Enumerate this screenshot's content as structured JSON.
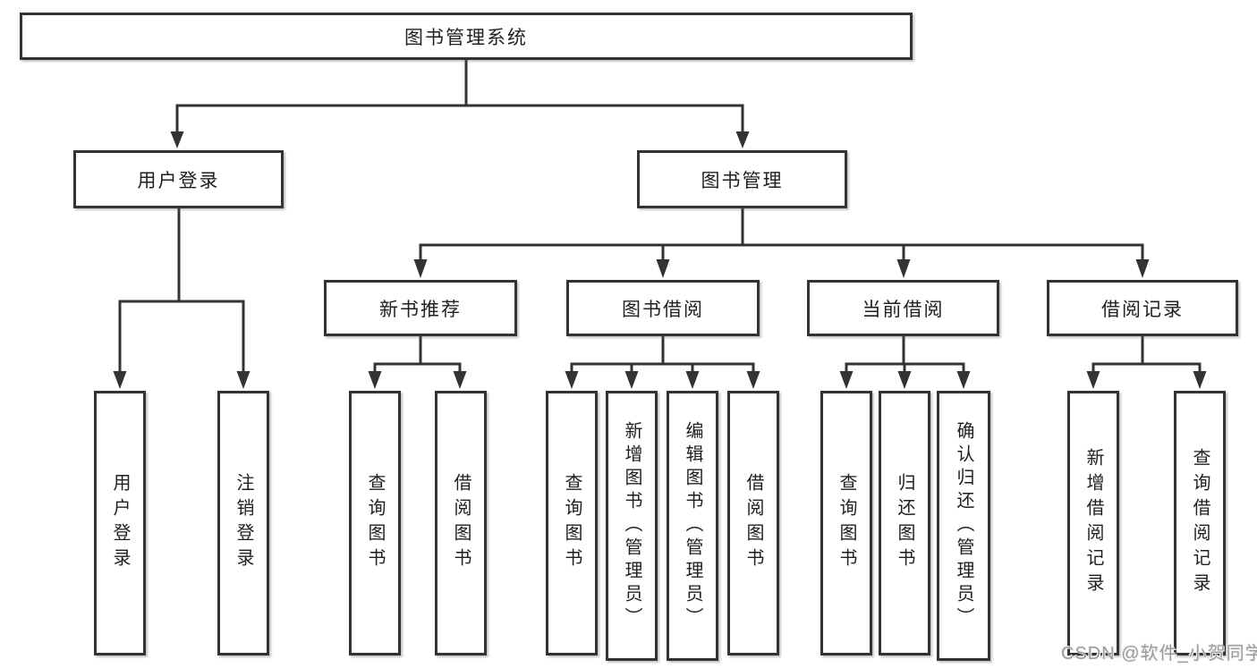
{
  "nodes": {
    "root": "图书管理系统",
    "l2": [
      "用户登录",
      "图书管理"
    ],
    "l3": [
      "新书推荐",
      "图书借阅",
      "当前借阅",
      "借阅记录"
    ],
    "login_children": [
      "用户登录",
      "注销登录"
    ],
    "recommend_children": [
      "查询图书",
      "借阅图书"
    ],
    "borrow_children": [
      "查询图书",
      "新增图书（管理员）",
      "编辑图书（管理员）",
      "借阅图书"
    ],
    "current_children": [
      "查询图书",
      "归还图书",
      "确认归还（管理员）"
    ],
    "record_children": [
      "新增借阅记录",
      "查询借阅记录"
    ]
  },
  "watermark": "CSDN @软件_小贺同学",
  "colors": {
    "line": "#333333",
    "text": "#1f1f1f",
    "watermark": "#9b9b9b",
    "background": "#ffffff"
  }
}
